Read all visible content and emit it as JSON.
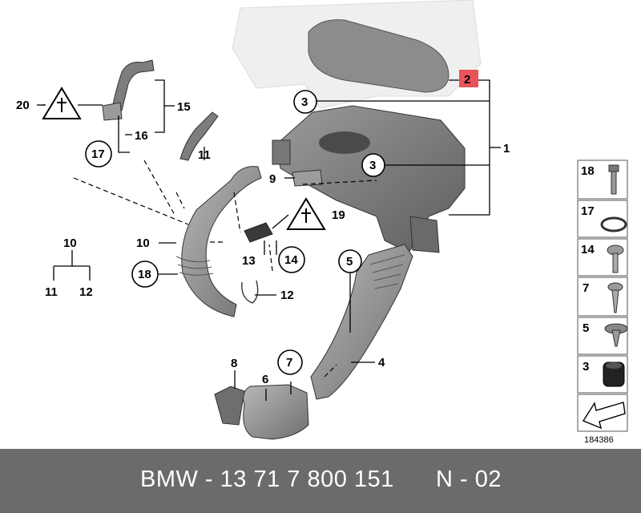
{
  "callouts": {
    "c1": "1",
    "c2": "2",
    "c3a": "3",
    "c3b": "3",
    "c4": "4",
    "c5": "5",
    "c6": "6",
    "c7": "7",
    "c8": "8",
    "c9": "9",
    "c10a": "10",
    "c10b": "10",
    "c11a": "11",
    "c11b": "11",
    "c12a": "12",
    "c12b": "12",
    "c13": "13",
    "c14": "14",
    "c15": "15",
    "c16": "16",
    "c17": "17",
    "c18": "18",
    "c19": "19",
    "c20": "20"
  },
  "legend": {
    "items": [
      "18",
      "17",
      "14",
      "7",
      "5",
      "3"
    ]
  },
  "diagram_number": "184386",
  "footer": {
    "part_ref": "BMW - 13 71 7 800 151",
    "revision": "N - 02"
  },
  "colors": {
    "highlight": "#e8545a",
    "footer_bg": "#6b6b6b",
    "part_gray": "#8a8a8a"
  }
}
